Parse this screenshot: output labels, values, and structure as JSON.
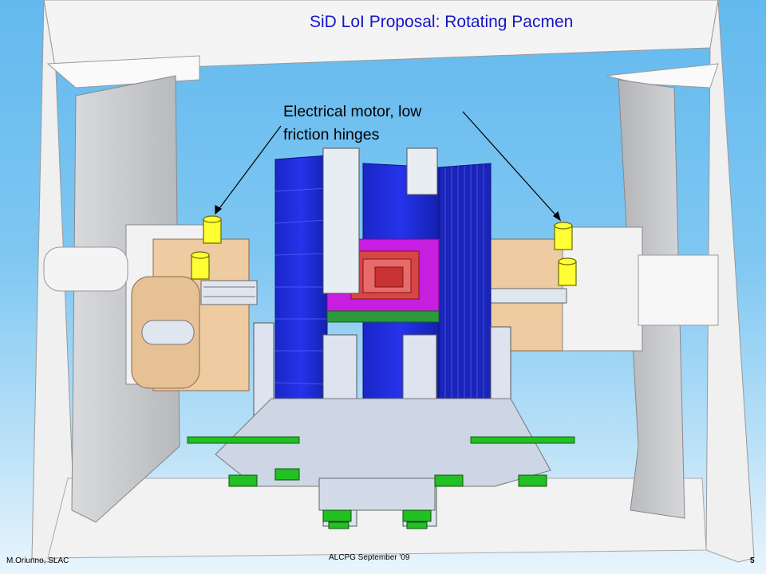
{
  "slide": {
    "title": "SiD LoI Proposal: Rotating Pacmen",
    "callout_line1": "Electrical motor, low",
    "callout_line2": "friction hinges",
    "footer_author": "M.Oriunno, SLAC",
    "footer_event": "ALCPG September '09",
    "page_number": "5"
  },
  "colors": {
    "title": "#1515c8",
    "background_top": "#63b9ee",
    "detector_blue": "#1e28d8",
    "magenta": "#c81ee0",
    "motor_yellow": "#ffff33",
    "support_green": "#22c022",
    "pacman_tan": "#eecba0"
  }
}
